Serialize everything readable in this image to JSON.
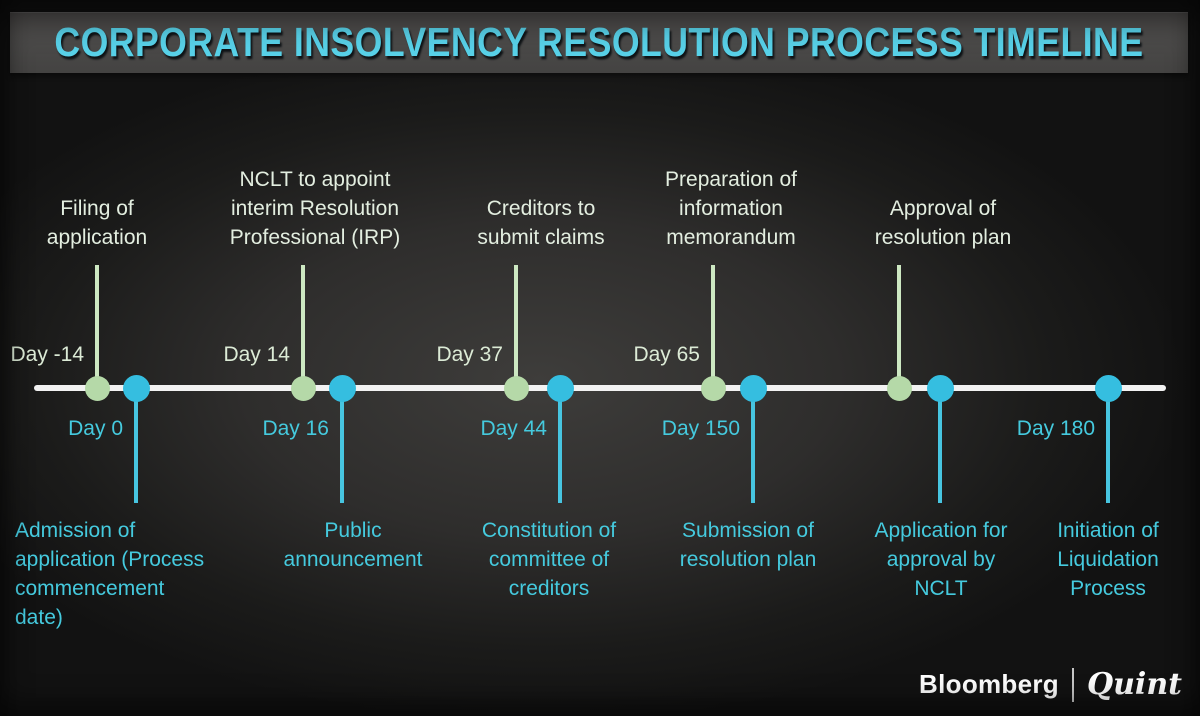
{
  "title": "CORPORATE INSOLVENCY RESOLUTION PROCESS TIMELINE",
  "brand": {
    "bloomberg": "Bloomberg",
    "quint": "Quint"
  },
  "colors": {
    "title_text": "#58d1e8",
    "title_bar_bg": "#4a4948",
    "axis": "#f2f2f2",
    "green_dot": "#b5d9a8",
    "green_stem": "#cde8c2",
    "green_text": "#dcebd6",
    "event_above_text": "#e3eee0",
    "cyan_dot": "#35bee0",
    "cyan_stem": "#47c5e0",
    "cyan_text": "#45cade"
  },
  "timeline": {
    "above": [
      {
        "label": "Filing of\napplication",
        "day": "Day -14"
      },
      {
        "label": "NCLT to appoint\ninterim Resolution\nProfessional (IRP)",
        "day": "Day 14"
      },
      {
        "label": "Creditors to\nsubmit claims",
        "day": "Day 37"
      },
      {
        "label": "Preparation of\ninformation\nmemorandum",
        "day": "Day 65"
      },
      {
        "label": "Approval of\nresolution plan",
        "day": null
      }
    ],
    "below": [
      {
        "label": "Admission of\napplication (Process\ncommencement\ndate)",
        "day": "Day 0"
      },
      {
        "label": "Public\nannouncement",
        "day": "Day 16"
      },
      {
        "label": "Constitution of\ncommittee of\ncreditors",
        "day": "Day 44"
      },
      {
        "label": "Submission of\nresolution plan",
        "day": "Day 150"
      },
      {
        "label": "Application for\napproval by\nNCLT",
        "day": null
      },
      {
        "label": "Initiation of\nLiquidation\nProcess",
        "day": "Day 180"
      }
    ]
  }
}
